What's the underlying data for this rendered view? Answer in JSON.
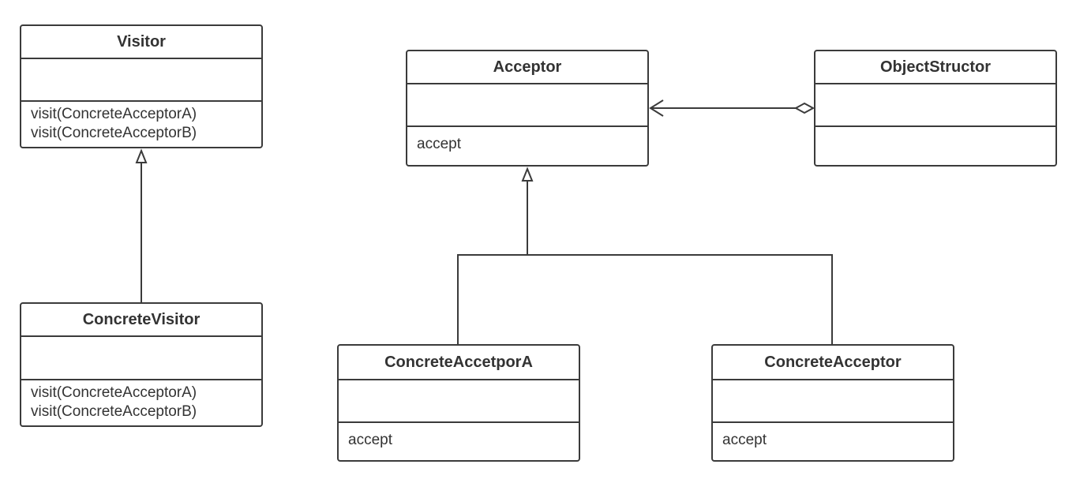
{
  "diagram": {
    "colors": {
      "stroke": "#3b3b3b",
      "text": "#333333",
      "background": "#ffffff"
    },
    "classes": [
      {
        "id": "visitor",
        "name": "Visitor",
        "operations": [
          "visit(ConcreteAcceptorA)",
          "visit(ConcreteAcceptorB)"
        ]
      },
      {
        "id": "concrete-visitor",
        "name": "ConcreteVisitor",
        "operations": [
          "visit(ConcreteAcceptorA)",
          "visit(ConcreteAcceptorB)"
        ]
      },
      {
        "id": "acceptor",
        "name": "Acceptor",
        "operations": [
          "accept"
        ]
      },
      {
        "id": "object-structor",
        "name": "ObjectStructor",
        "operations": []
      },
      {
        "id": "concrete-accetpor-a",
        "name": "ConcreteAccetporA",
        "operations": [
          "accept"
        ]
      },
      {
        "id": "concrete-acceptor",
        "name": "ConcreteAcceptor",
        "operations": [
          "accept"
        ]
      }
    ],
    "relations": [
      {
        "type": "generalization",
        "from": "concrete-visitor",
        "to": "visitor"
      },
      {
        "type": "generalization",
        "from": "concrete-accetpor-a",
        "to": "acceptor"
      },
      {
        "type": "generalization",
        "from": "concrete-acceptor",
        "to": "acceptor"
      },
      {
        "type": "aggregation",
        "whole": "object-structor",
        "part": "acceptor"
      }
    ]
  }
}
